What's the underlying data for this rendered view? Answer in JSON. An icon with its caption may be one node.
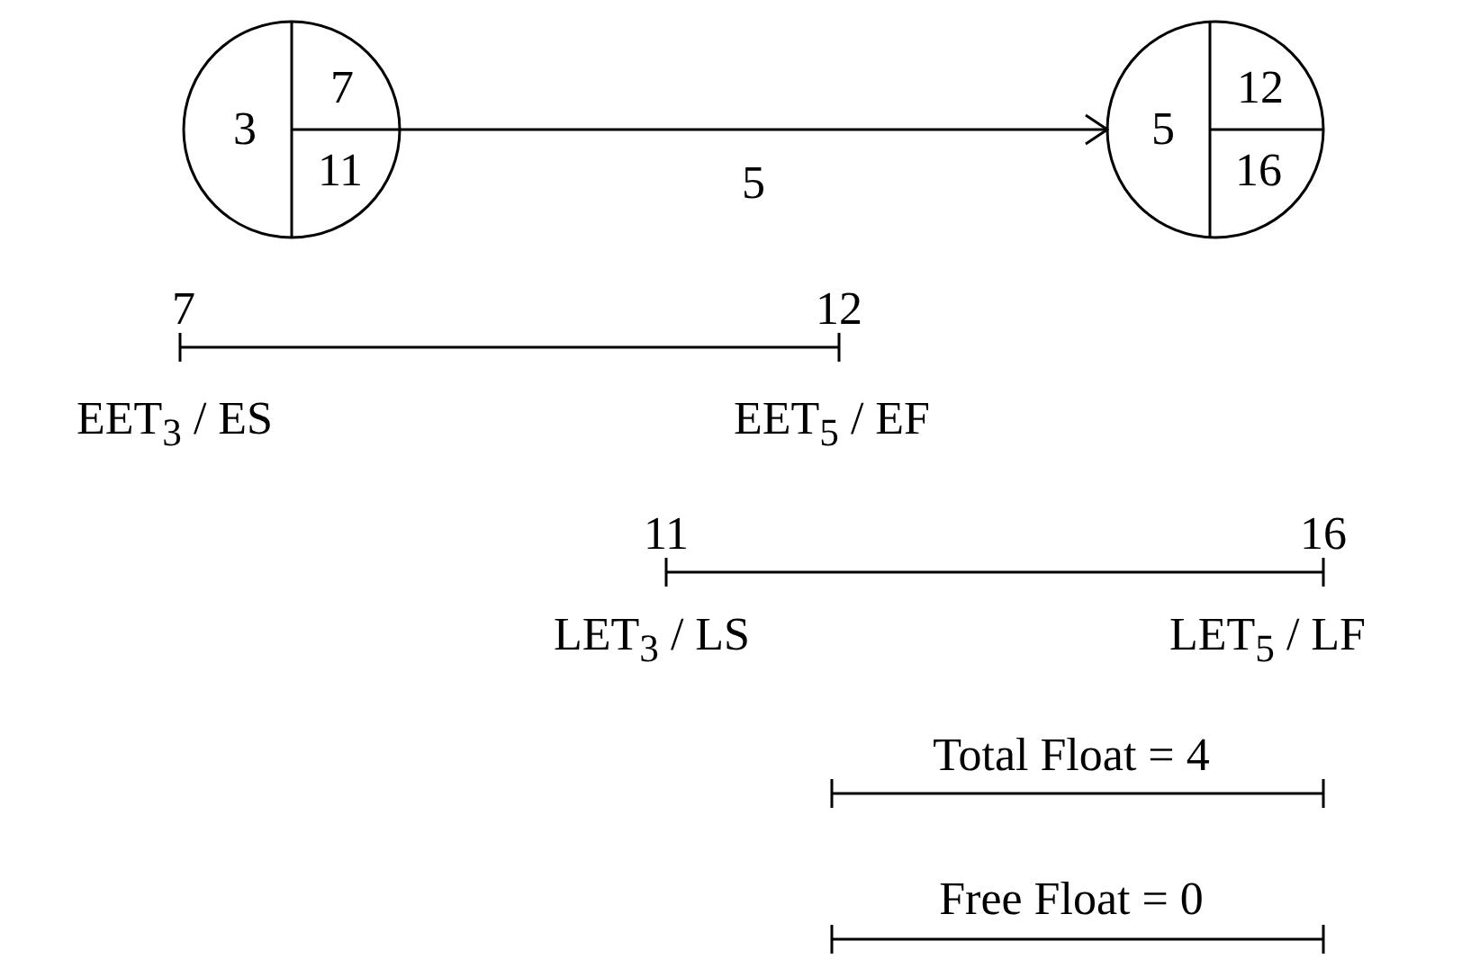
{
  "diagram": {
    "nodes": [
      {
        "text": [
          "3",
          "7",
          "11"
        ]
      },
      {
        "text": [
          "5",
          "12",
          "16"
        ]
      }
    ],
    "edges": [
      {
        "from": 0,
        "to": 1,
        "arrow": "to",
        "label": "5"
      }
    ],
    "labels": [
      "7",
      "12",
      "EET$_{3}$ / ES",
      "EET$_{5}$ / EF",
      "11",
      "16",
      "LET$_{3}$ / LS",
      "LET$_{5}$ / LF",
      "Total Float = 4",
      "Free Float = 0"
    ]
  }
}
